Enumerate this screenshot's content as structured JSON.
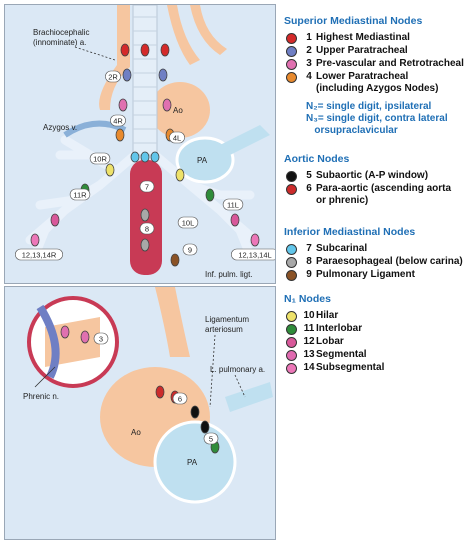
{
  "diagram": {
    "top_labels": {
      "brachiocephalic": "Brachiocephalic\n(innominate) a.",
      "azygos": "Azygos v.",
      "ao": "Ao",
      "pa": "PA",
      "inf_pulm": "Inf. pulm. ligt."
    },
    "top_tags": [
      "2R",
      "4R",
      "4L",
      "10R",
      "11R",
      "12,13,14R",
      "7",
      "8",
      "9",
      "10L",
      "11L",
      "12,13,14L"
    ],
    "bottom_labels": {
      "ligamentum": "Ligamentum\narteriosum",
      "l_pulm": "L. pulmonary a.",
      "phrenic": "Phrenic n.",
      "ao": "Ao",
      "pa": "PA"
    },
    "bottom_tags": [
      "3",
      "6",
      "5"
    ]
  },
  "legend": {
    "sections": [
      {
        "title": "Superior Mediastinal Nodes",
        "items": [
          {
            "num": "1",
            "label": "Highest Mediastinal",
            "color": "#d42a2a"
          },
          {
            "num": "2",
            "label": "Upper Paratracheal",
            "color": "#6f7fc4"
          },
          {
            "num": "3",
            "label": "Pre-vascular and Retrotracheal",
            "color": "#e070b0"
          },
          {
            "num": "4",
            "label": "Lower Paratracheal\n(including Azygos Nodes)",
            "color": "#e88a2e"
          }
        ],
        "notes": [
          "N₂= single digit, ipsilateral",
          "N₃= single digit, contra lateral",
          "   orsupraclavicular"
        ]
      },
      {
        "title": "Aortic Nodes",
        "items": [
          {
            "num": "5",
            "label": "Subaortic (A-P window)",
            "color": "#111111"
          },
          {
            "num": "6",
            "label": "Para-aortic (ascending aorta\nor phrenic)",
            "color": "#cc2b2b"
          }
        ]
      },
      {
        "title": "Inferior Mediastinal Nodes",
        "items": [
          {
            "num": "7",
            "label": "Subcarinal",
            "color": "#62c6ea"
          },
          {
            "num": "8",
            "label": "Paraesophageal (below carina)",
            "color": "#a8a8a8"
          },
          {
            "num": "9",
            "label": "Pulmonary Ligament",
            "color": "#8a5226"
          }
        ]
      },
      {
        "title": "N₁ Nodes",
        "items": [
          {
            "num": "10",
            "label": "Hilar",
            "color": "#eee26a"
          },
          {
            "num": "11",
            "label": "Interlobar",
            "color": "#2f8c3a"
          },
          {
            "num": "12",
            "label": "Lobar",
            "color": "#d8589a"
          },
          {
            "num": "13",
            "label": "Segmental",
            "color": "#e06ab0"
          },
          {
            "num": "14",
            "label": "Subsegmental",
            "color": "#ec77b8"
          }
        ]
      }
    ]
  }
}
